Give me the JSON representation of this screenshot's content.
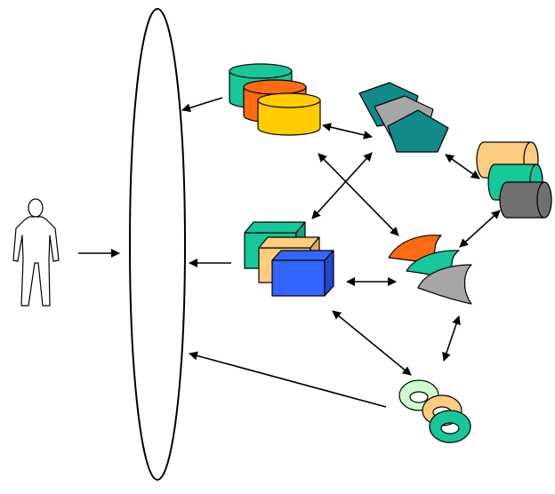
{
  "diagram": {
    "nodes": [
      {
        "id": "user",
        "shape": "person-outline",
        "icon": "user-icon"
      },
      {
        "id": "portal",
        "shape": "vertical-ellipse",
        "icon": "portal-ellipse"
      },
      {
        "id": "databases",
        "shape": "stacked-cylinders",
        "icon": "database-stack-icon",
        "colors": [
          "#16c79a",
          "#ff6a13",
          "#ffcc00"
        ]
      },
      {
        "id": "pentagons",
        "shape": "stacked-pentagons",
        "icon": "pentagon-stack-icon",
        "colors": [
          "#138a8a",
          "#a6a6a6",
          "#138a8a"
        ]
      },
      {
        "id": "servers",
        "shape": "horizontal-cylinders",
        "icon": "server-stack-icon",
        "colors": [
          "#ffcc80",
          "#16c79a",
          "#707070"
        ]
      },
      {
        "id": "cubes",
        "shape": "stacked-cubes",
        "icon": "cube-stack-icon",
        "colors": [
          "#16c79a",
          "#ffcc80",
          "#3366ff"
        ]
      },
      {
        "id": "crescents",
        "shape": "stacked-crescents",
        "icon": "crescent-stack-icon",
        "colors": [
          "#ff6a13",
          "#16c79a",
          "#a6a6a6"
        ]
      },
      {
        "id": "rings",
        "shape": "stacked-rings",
        "icon": "ring-stack-icon",
        "colors": [
          "#ccffcc",
          "#ffcc80",
          "#16c79a"
        ]
      }
    ],
    "connections": [
      {
        "from": "user",
        "to": "portal",
        "type": "one-way"
      },
      {
        "from": "databases",
        "to": "portal",
        "type": "one-way"
      },
      {
        "from": "cubes",
        "to": "portal",
        "type": "one-way"
      },
      {
        "from": "rings",
        "to": "portal",
        "type": "one-way"
      },
      {
        "from": "databases",
        "to": "pentagons",
        "type": "two-way"
      },
      {
        "from": "pentagons",
        "to": "servers",
        "type": "two-way"
      },
      {
        "from": "pentagons",
        "to": "cubes",
        "type": "two-way"
      },
      {
        "from": "databases",
        "to": "crescents",
        "type": "two-way"
      },
      {
        "from": "servers",
        "to": "crescents",
        "type": "two-way"
      },
      {
        "from": "cubes",
        "to": "crescents",
        "type": "two-way"
      },
      {
        "from": "cubes",
        "to": "rings",
        "type": "two-way"
      },
      {
        "from": "crescents",
        "to": "rings",
        "type": "two-way"
      }
    ]
  }
}
